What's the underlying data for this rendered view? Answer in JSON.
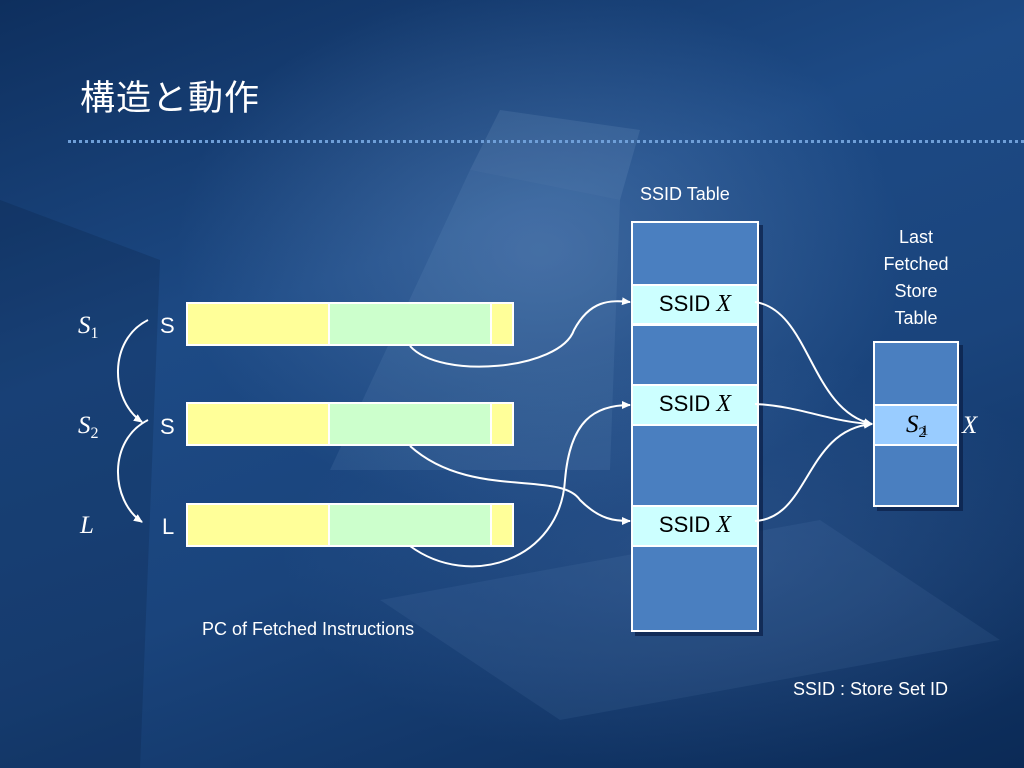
{
  "slide": {
    "title": "構造と動作"
  },
  "diagram": {
    "ssid_table_label": "SSID Table",
    "lfst_label_lines": [
      "Last",
      "Fetched",
      "Store",
      "Table"
    ],
    "pc_label": "PC of Fetched Instructions",
    "footnote": "SSID : Store Set ID",
    "instructions": [
      {
        "symbol": "S",
        "index": "1",
        "op": "S"
      },
      {
        "symbol": "S",
        "index": "2",
        "op": "S"
      },
      {
        "symbol": "L",
        "index": "",
        "op": "L"
      }
    ],
    "ssid_entries": [
      {
        "text": "SSID",
        "var": "X"
      },
      {
        "text": "SSID",
        "var": "X"
      },
      {
        "text": "SSID",
        "var": "X"
      }
    ],
    "lfst_entry": {
      "symbol": "S",
      "index": "2",
      "overlay_index": "1"
    },
    "lfst_value": "X",
    "colors": {
      "field_yellow": "#ffff99",
      "field_green": "#ccffcc",
      "table_fill": "#4a7fc0",
      "ssid_entry_fill": "#ccffff",
      "lfst_entry_fill": "#99ccff"
    }
  }
}
